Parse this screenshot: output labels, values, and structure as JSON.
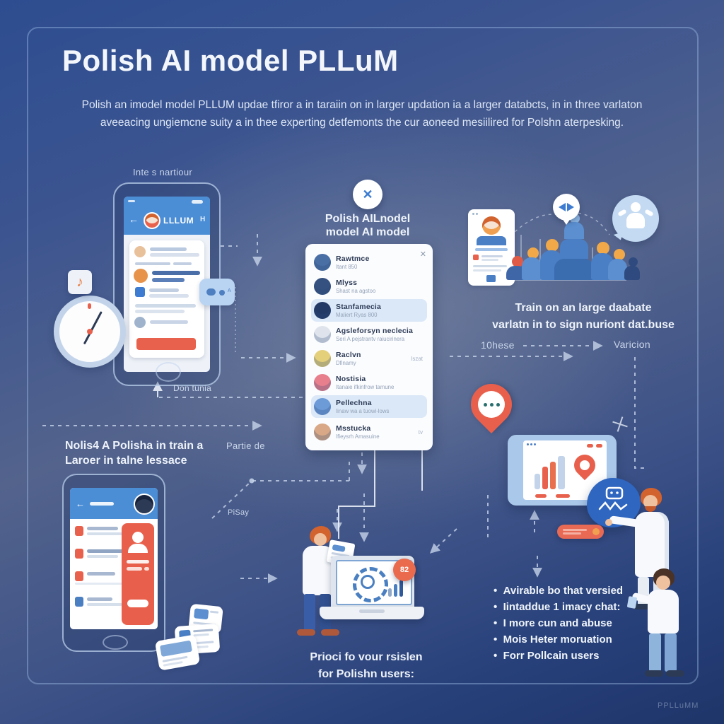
{
  "title": "Polish AI model PLLuM",
  "subtitle_line1": "Polish an imodel model PLLUM updae tfiror a in taraiin on in larger updation ia a larger databcts, in in three varlaton",
  "subtitle_line2": "aveeacing ungiemcne suity a in thee experting detfemonts the cur aoneed mesiilired for Polshn aterpesking.",
  "watermark": "PPLLuMM",
  "labels": {
    "top_phone": "Inte s nartiour",
    "below_phone": "Don tunia",
    "left_caption_line1": "Nolis4 A Polisha in train a",
    "left_caption_line2": "Laroer in talne lessace",
    "partie": "Partie de",
    "pisay": "PiSay",
    "tenhese": "10hese",
    "paricion": "Varicion"
  },
  "phone1": {
    "back_arrow": "←",
    "header_title": "LLLUM",
    "header_right": "H"
  },
  "phone2": {
    "back_arrow": "←"
  },
  "modal": {
    "close_icon": "✕",
    "heading_line1": "Polish AILnodel",
    "heading_line2": "model AI model",
    "panel_close": "✕",
    "contacts": [
      {
        "name": "Rawtmce",
        "detail": "Itant 850",
        "trailing": "",
        "avatar_color": "#4a6fa5"
      },
      {
        "name": "Mlyss",
        "detail": "Shast na agstoo",
        "trailing": "",
        "avatar_color": "#34517f"
      },
      {
        "name": "Stanfamecia",
        "detail": "Maliert Ryas 800",
        "trailing": "",
        "avatar_color": "#233a66"
      },
      {
        "name": "Agsleforsyn neclecia",
        "detail": "Seri A pejstrantv raiucirinera",
        "trailing": "",
        "avatar_color": "#dfe4ec"
      },
      {
        "name": "Raclvn",
        "detail": "Dfinamy",
        "trailing": "Iszat",
        "avatar_color": "#e4cf7a"
      },
      {
        "name": "Nostisia",
        "detail": "Itanaie ifkinfrow tamune",
        "trailing": "",
        "avatar_color": "#e87f8d"
      },
      {
        "name": "Pellechna",
        "detail": "Iinaw wa a tuowi-lows",
        "trailing": "",
        "avatar_color": "#6d9bd8"
      },
      {
        "name": "Msstucka",
        "detail": "Ifieysrh Amasuine",
        "trailing": "tv",
        "avatar_color": "#d9a886"
      }
    ]
  },
  "right_caption_line1": "Train on an large daabate",
  "right_caption_line2": "varlatn in to sign nuriont dat.buse",
  "laptop": {
    "badge": "82"
  },
  "laptop_caption_line1": "Prioci fo vour rsislen",
  "laptop_caption_line2": "for Polishn users:",
  "bullets": [
    "Avirable bo that versied",
    "Iintaddue 1 imacy chat:",
    "I more cun and abuse",
    "Mois Heter moruation",
    "Forr Pollcain users"
  ],
  "icons": {
    "music_note": "♪"
  },
  "colors": {
    "accent_blue": "#4a8bd4",
    "accent_red": "#e8614c",
    "bubble_blue": "#b9d4f2",
    "doodle_blue": "#2f66c0"
  }
}
